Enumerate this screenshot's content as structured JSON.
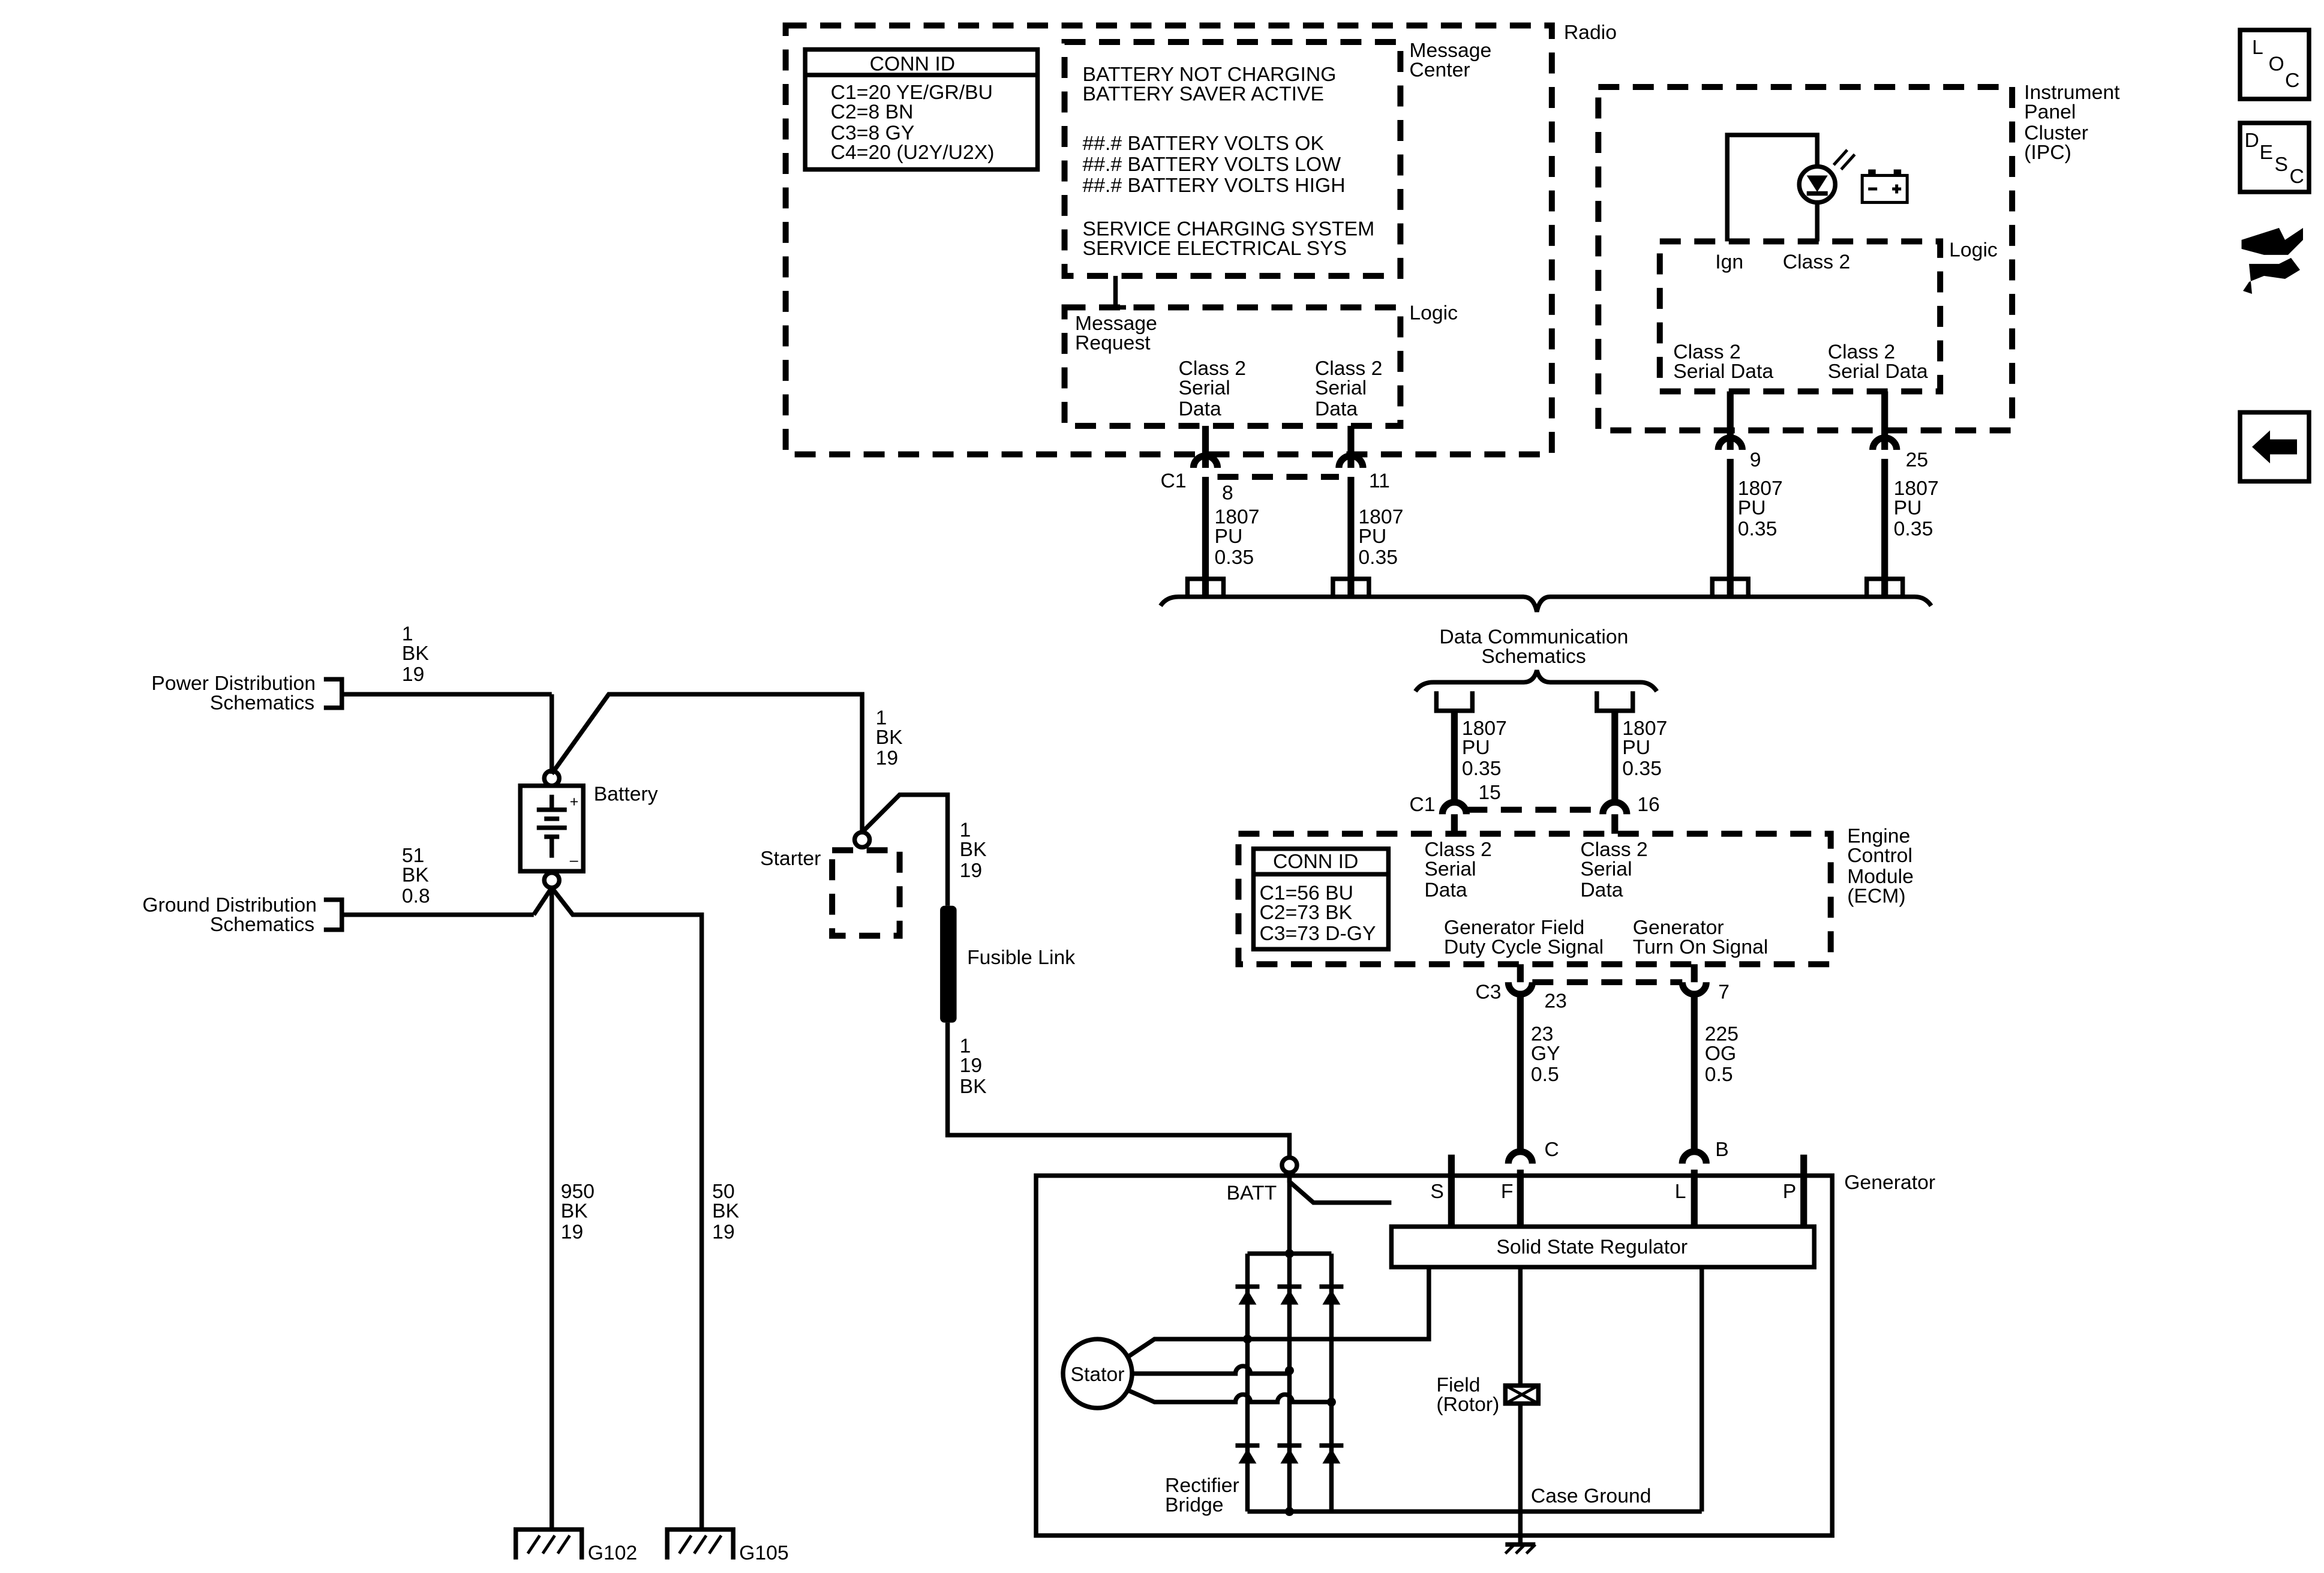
{
  "radio": {
    "title": "Radio",
    "conn_id_header": "CONN ID",
    "conn_ids": [
      "C1=20 YE/GR/BU",
      "C2=8 BN",
      "C3=8 GY",
      "C4=20 (U2Y/U2X)"
    ],
    "message_center_label": [
      "Message",
      "Center"
    ],
    "messages": [
      "BATTERY NOT CHARGING",
      "BATTERY SAVER ACTIVE",
      "##.# BATTERY VOLTS OK",
      "##.# BATTERY VOLTS LOW",
      "##.# BATTERY VOLTS HIGH",
      "SERVICE CHARGING SYSTEM",
      "SERVICE ELECTRICAL SYS"
    ],
    "logic_label": "Logic",
    "message_request": [
      "Message",
      "Request"
    ],
    "serial_data": [
      "Class 2",
      "Serial",
      "Data"
    ],
    "connector": "C1",
    "pins": [
      "8",
      "11"
    ],
    "wire_label": [
      "1807",
      "PU",
      "0.35"
    ]
  },
  "ipc": {
    "title": [
      "Instrument",
      "Panel",
      "Cluster",
      "(IPC)"
    ],
    "logic_label": "Logic",
    "ign_label": "Ign",
    "class2_label": "Class 2",
    "serial_data": [
      "Class 2",
      "Serial Data"
    ],
    "pins": [
      "9",
      "25"
    ],
    "wire_label": [
      "1807",
      "PU",
      "0.35"
    ]
  },
  "data_comm": {
    "title": [
      "Data Communication",
      "Schematics"
    ]
  },
  "ecm": {
    "title": [
      "Engine",
      "Control",
      "Module",
      "(ECM)"
    ],
    "conn_id_header": "CONN ID",
    "conn_ids": [
      "C1=56 BU",
      "C2=73 BK",
      "C3=73 D-GY"
    ],
    "serial_data": [
      "Class 2",
      "Serial",
      "Data"
    ],
    "gen_field": [
      "Generator Field",
      "Duty Cycle Signal"
    ],
    "gen_turn_on": [
      "Generator",
      "Turn On Signal"
    ],
    "connector_c1": "C1",
    "connector_c3": "C3",
    "pins_c1": [
      "15",
      "16"
    ],
    "pins_c3": [
      "23",
      "7"
    ],
    "wire_label": [
      "1807",
      "PU",
      "0.35"
    ],
    "wire_f": [
      "23",
      "GY",
      "0.5"
    ],
    "wire_l": [
      "225",
      "OG",
      "0.5"
    ]
  },
  "generator": {
    "title": "Generator",
    "batt": "BATT",
    "terminals": [
      "S",
      "F",
      "L",
      "P"
    ],
    "pin_c": "C",
    "pin_b": "B",
    "regulator": "Solid State Regulator",
    "stator": "Stator",
    "rectifier": [
      "Rectifier",
      "Bridge"
    ],
    "field": [
      "Field",
      "(Rotor)"
    ],
    "case_ground": "Case Ground"
  },
  "battery_side": {
    "power_dist": [
      "Power Distribution",
      "Schematics"
    ],
    "ground_dist": [
      "Ground Distribution",
      "Schematics"
    ],
    "battery": "Battery",
    "starter": "Starter",
    "fusible_link": "Fusible Link",
    "wire_power": [
      "1",
      "BK",
      "19"
    ],
    "wire_ground": [
      "51",
      "BK",
      "0.8"
    ],
    "wire_starter": [
      "1",
      "BK",
      "19"
    ],
    "wire_fuse_top": [
      "1",
      "BK",
      "19"
    ],
    "wire_fuse_bottom": [
      "1",
      "19",
      "BK"
    ],
    "wire_g102": [
      "950",
      "BK",
      "19"
    ],
    "wire_g105": [
      "50",
      "BK",
      "19"
    ],
    "ground_g102": "G102",
    "ground_g105": "G105"
  },
  "nav": {
    "loc": [
      "L",
      "O",
      "C"
    ],
    "desc": [
      "D",
      "E",
      "S",
      "C"
    ]
  }
}
